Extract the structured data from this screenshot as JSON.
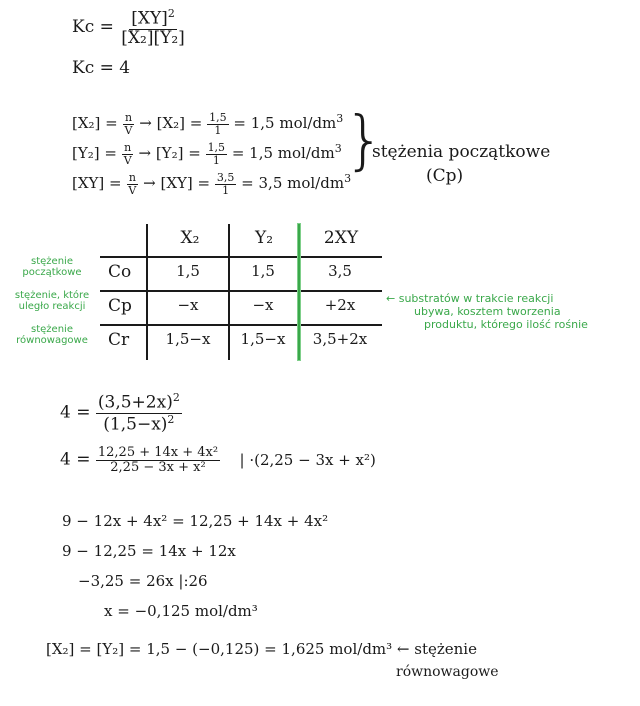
{
  "kc_def": {
    "lhs": "Kc =",
    "num": "[XY]",
    "num_exp": "2",
    "den": "[X₂][Y₂]"
  },
  "kc_value": "Kc = 4",
  "conc_lines": [
    {
      "lhs": "[X₂] =",
      "f1n": "n",
      "f1d": "V",
      "mid": "→ [X₂] =",
      "f2n": "1,5",
      "f2d": "1",
      "result": "= 1,5 mol/dm",
      "exp": "3"
    },
    {
      "lhs": "[Y₂] =",
      "f1n": "n",
      "f1d": "V",
      "mid": "→ [Y₂] =",
      "f2n": "1,5",
      "f2d": "1",
      "result": "= 1,5 mol/dm",
      "exp": "3"
    },
    {
      "lhs": "[XY] =",
      "f1n": "n",
      "f1d": "V",
      "mid": "→ [XY] =",
      "f2n": "3,5",
      "f2d": "1",
      "result": "= 3,5 mol/dm",
      "exp": "3"
    }
  ],
  "brace_note": {
    "line1": "stężenia początkowe",
    "line2": "(Cp)"
  },
  "table": {
    "headers": [
      "X₂",
      "Y₂",
      "2XY"
    ],
    "rows": [
      {
        "label": "Co",
        "note": "stężenie początkowe",
        "cells": [
          "1,5",
          "1,5",
          "3,5"
        ]
      },
      {
        "label": "Cp",
        "note": "stężenie, które uległo reakcji",
        "cells": [
          "−x",
          "−x",
          "+2x"
        ]
      },
      {
        "label": "Cr",
        "note": "stężenie równowagowe",
        "cells": [
          "1,5−x",
          "1,5−x",
          "3,5+2x"
        ]
      }
    ],
    "side_note": [
      "← substratów w trakcie reakcji",
      "ubywa, kosztem tworzenia",
      "produktu, którego ilość rośnie"
    ]
  },
  "eq1": {
    "lhs": "4 =",
    "num": "(3,5+2x)",
    "den": "(1,5−x)",
    "exp": "2"
  },
  "eq2": {
    "lhs": "4 =",
    "num": "12,25 + 14x + 4x²",
    "den": "2,25 − 3x + x²",
    "op": "| ·(2,25 − 3x + x²)"
  },
  "steps": [
    "9 − 12x + 4x² = 12,25 + 14x + 4x²",
    "9 − 12,25 = 14x + 12x",
    "−3,25 = 26x   |:26",
    "x = −0,125 mol/dm³"
  ],
  "final": {
    "text": "[X₂] = [Y₂] = 1,5 − (−0,125) = 1,625 mol/dm³ ← stężenie",
    "note": "równowagowe"
  },
  "colors": {
    "ink": "#1a1a1a",
    "green": "#3aa84a"
  }
}
